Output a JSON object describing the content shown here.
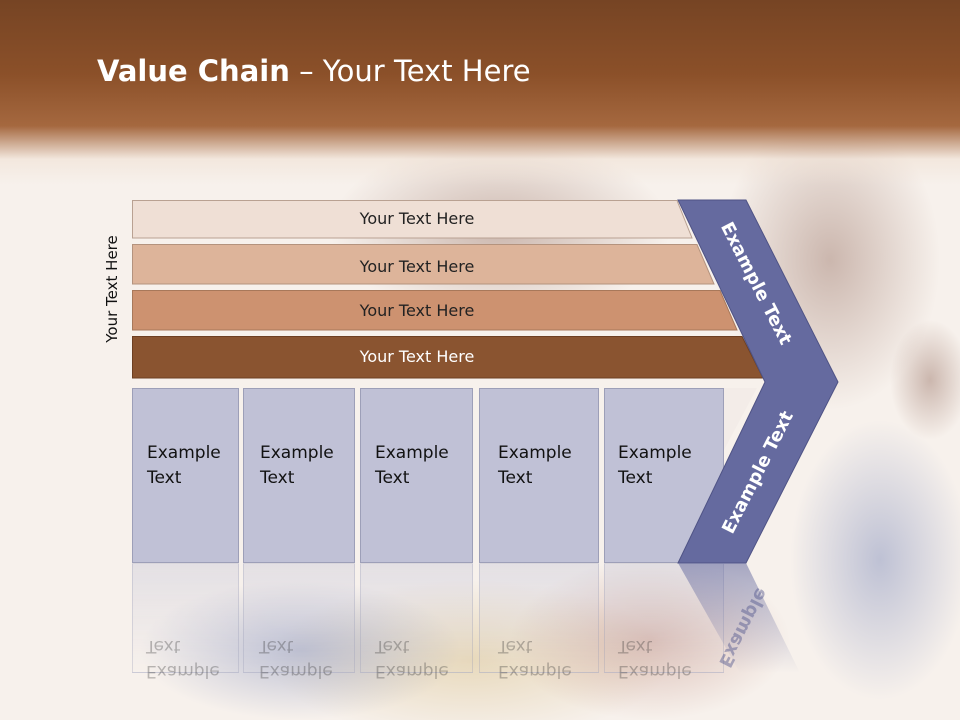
{
  "title": {
    "bold": "Value Chain",
    "rest": " – Your Text Here"
  },
  "side_label": "Your Text Here",
  "rows": [
    {
      "label": "Your Text Here",
      "color": "#efdfd5",
      "text_color": "#222222"
    },
    {
      "label": "Your Text Here",
      "color": "#ddb49a",
      "text_color": "#222222"
    },
    {
      "label": "Your Text Here",
      "color": "#cd9270",
      "text_color": "#222222"
    },
    {
      "label": "Your Text Here",
      "color": "#8a5430",
      "text_color": "#ffffff"
    }
  ],
  "boxes": [
    {
      "line1": "Example",
      "line2": "Text"
    },
    {
      "line1": "Example",
      "line2": "Text"
    },
    {
      "line1": "Example",
      "line2": "Text"
    },
    {
      "line1": "Example",
      "line2": "Text"
    },
    {
      "line1": "Example",
      "line2": "Text"
    }
  ],
  "chevron": {
    "upper": "Example Text",
    "lower": "Example Text",
    "reflection": "Example",
    "color": "#656a9f"
  }
}
